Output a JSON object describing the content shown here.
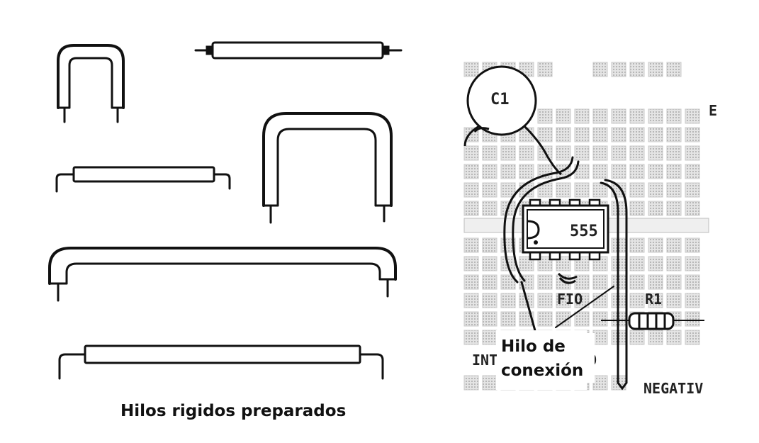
{
  "caption": "Hilos rigidos preparados",
  "callout": {
    "line1": "Hilo de",
    "line2": "conexión"
  },
  "board_labels": {
    "capacitor": "C1",
    "ic": "555",
    "edge_right": "E",
    "jumper": "FIO",
    "resistor": "R1",
    "left_bottom": "INT",
    "mid_bottom": "O",
    "negative": "NEGATIV"
  },
  "colors": {
    "ink": "#111111",
    "board_hole": "#c8c8c8",
    "board_hole_fill": "#e2e2e2"
  }
}
